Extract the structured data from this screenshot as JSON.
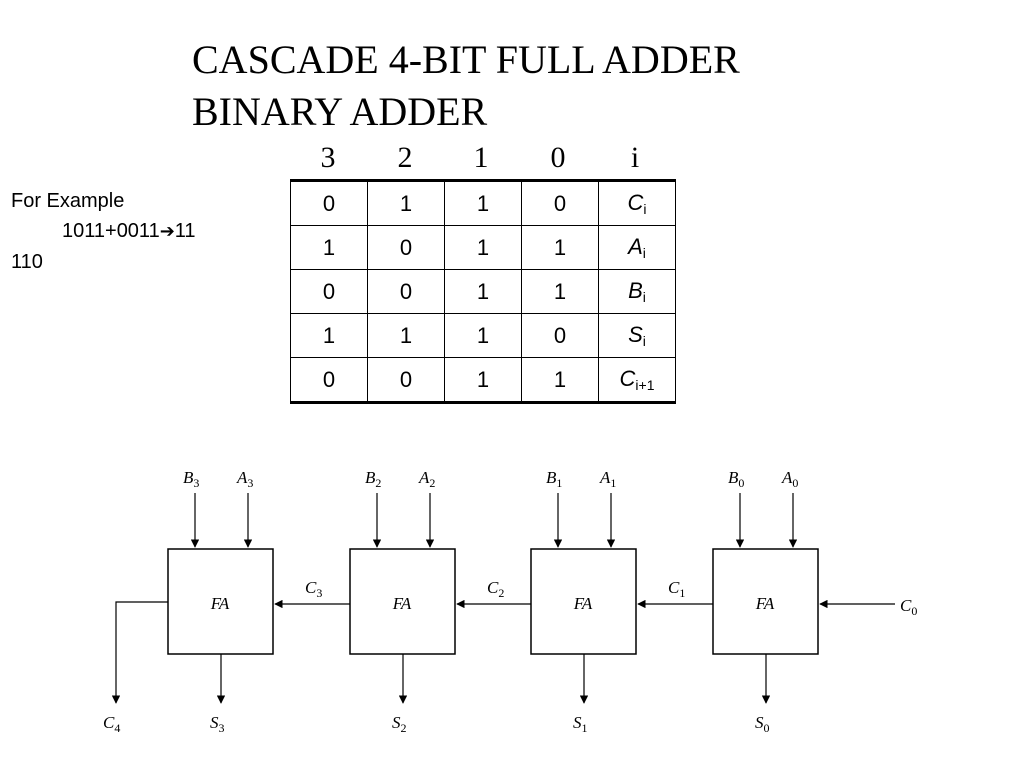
{
  "title": {
    "line1": "CASCADE 4-BIT FULL ADDER",
    "line2": "BINARY ADDER"
  },
  "example": {
    "heading": "For Example",
    "expr": "1011+0011",
    "arrow": "➔",
    "result_a": "11",
    "result_b": "110"
  },
  "table": {
    "column_headers": [
      "3",
      "2",
      "1",
      "0",
      "i"
    ],
    "rows": [
      {
        "cells": [
          "0",
          "1",
          "1",
          "0"
        ],
        "var": "C",
        "sub": "i"
      },
      {
        "cells": [
          "1",
          "0",
          "1",
          "1"
        ],
        "var": "A",
        "sub": "i"
      },
      {
        "cells": [
          "0",
          "0",
          "1",
          "1"
        ],
        "var": "B",
        "sub": "i"
      },
      {
        "cells": [
          "1",
          "1",
          "1",
          "0"
        ],
        "var": "S",
        "sub": "i"
      },
      {
        "cells": [
          "0",
          "0",
          "1",
          "1"
        ],
        "var": "C",
        "sub": "i+1"
      }
    ]
  },
  "circuit": {
    "block_label": "FA",
    "stages": [
      {
        "b": "B",
        "a": "A",
        "s": "S",
        "index": "3"
      },
      {
        "b": "B",
        "a": "A",
        "s": "S",
        "index": "2"
      },
      {
        "b": "B",
        "a": "A",
        "s": "S",
        "index": "1"
      },
      {
        "b": "B",
        "a": "A",
        "s": "S",
        "index": "0"
      }
    ],
    "carries": [
      {
        "var": "C",
        "index": "4"
      },
      {
        "var": "C",
        "index": "3"
      },
      {
        "var": "C",
        "index": "2"
      },
      {
        "var": "C",
        "index": "1"
      },
      {
        "var": "C",
        "index": "0"
      }
    ]
  }
}
